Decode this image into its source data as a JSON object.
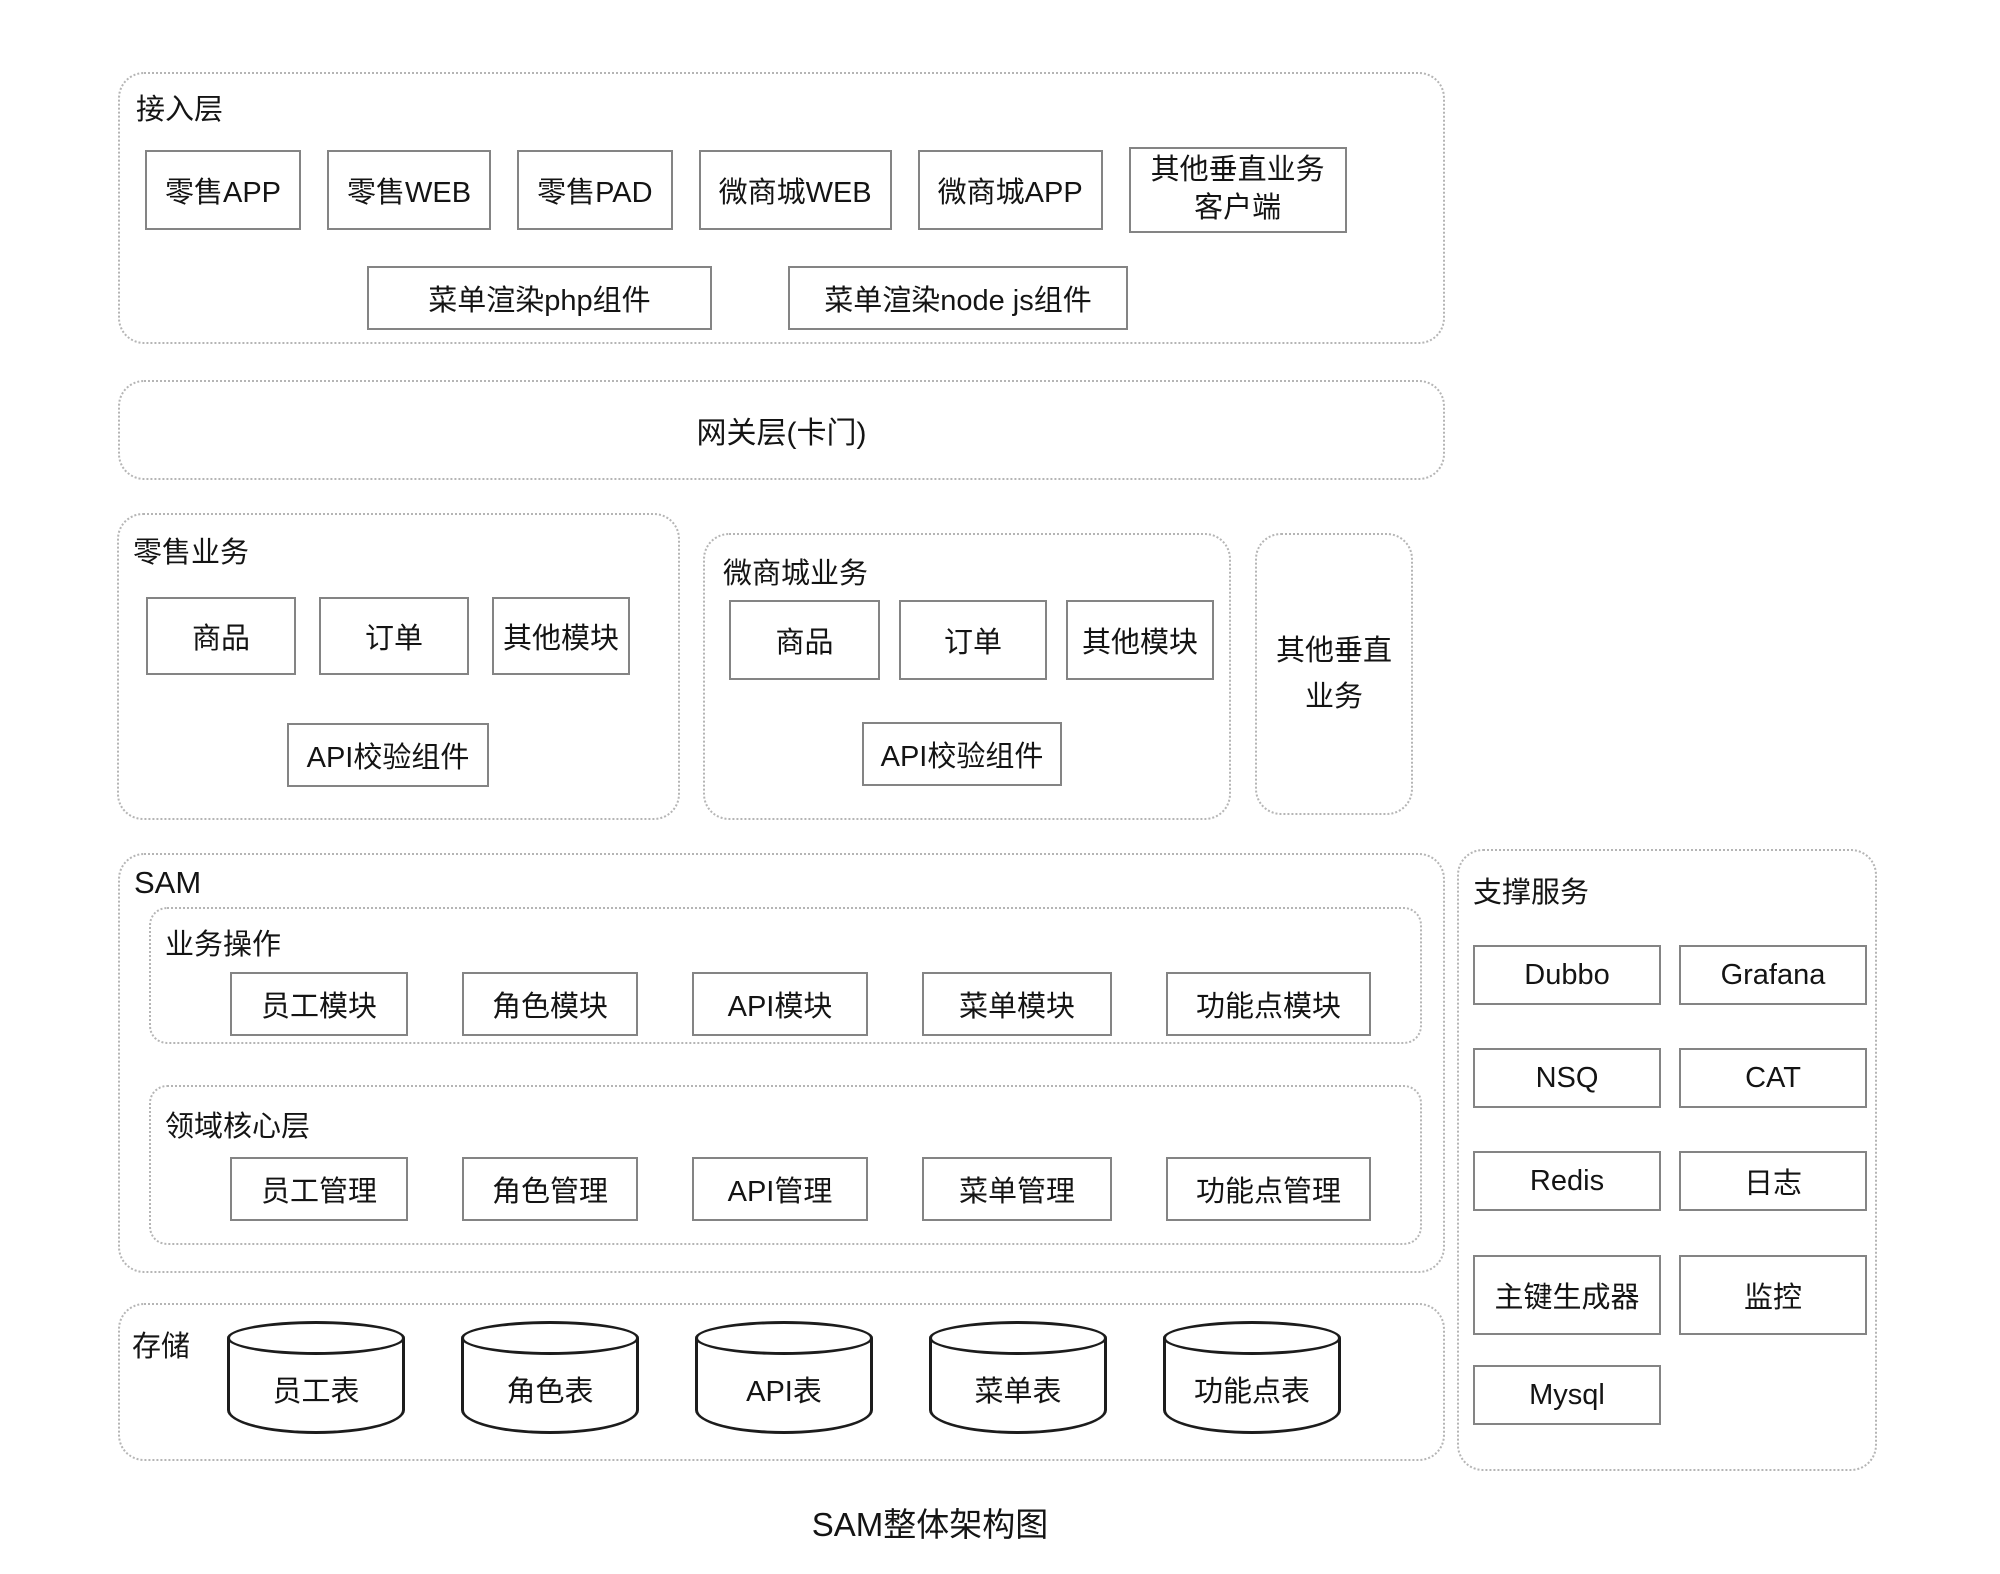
{
  "diagram": {
    "caption": "SAM整体架构图",
    "access": {
      "title": "接入层",
      "clients": [
        "零售APP",
        "零售WEB",
        "零售PAD",
        "微商城WEB",
        "微商城APP",
        "其他垂直业务客户端"
      ],
      "renderers": [
        "菜单渲染php组件",
        "菜单渲染node js组件"
      ]
    },
    "gateway": {
      "title": "网关层(卡门)"
    },
    "retail": {
      "title": "零售业务",
      "modules": [
        "商品",
        "订单",
        "其他模块"
      ],
      "component": "API校验组件"
    },
    "micromall": {
      "title": "微商城业务",
      "modules": [
        "商品",
        "订单",
        "其他模块"
      ],
      "component": "API校验组件"
    },
    "other_vertical": {
      "title": "其他垂直业务"
    },
    "sam": {
      "title": "SAM",
      "business_ops": {
        "title": "业务操作",
        "modules": [
          "员工模块",
          "角色模块",
          "API模块",
          "菜单模块",
          "功能点模块"
        ]
      },
      "domain_core": {
        "title": "领域核心层",
        "modules": [
          "员工管理",
          "角色管理",
          "API管理",
          "菜单管理",
          "功能点管理"
        ]
      }
    },
    "storage": {
      "title": "存储",
      "tables": [
        "员工表",
        "角色表",
        "API表",
        "菜单表",
        "功能点表"
      ]
    },
    "support": {
      "title": "支撑服务",
      "services": [
        "Dubbo",
        "Grafana",
        "NSQ",
        "CAT",
        "Redis",
        "日志",
        "主键生成器",
        "监控",
        "Mysql"
      ]
    },
    "colors": {
      "background": "#ffffff",
      "text": "#141414",
      "box_border": "#848484",
      "container_border": "#b5b5b5",
      "cylinder_border": "#1c1c1c"
    }
  }
}
